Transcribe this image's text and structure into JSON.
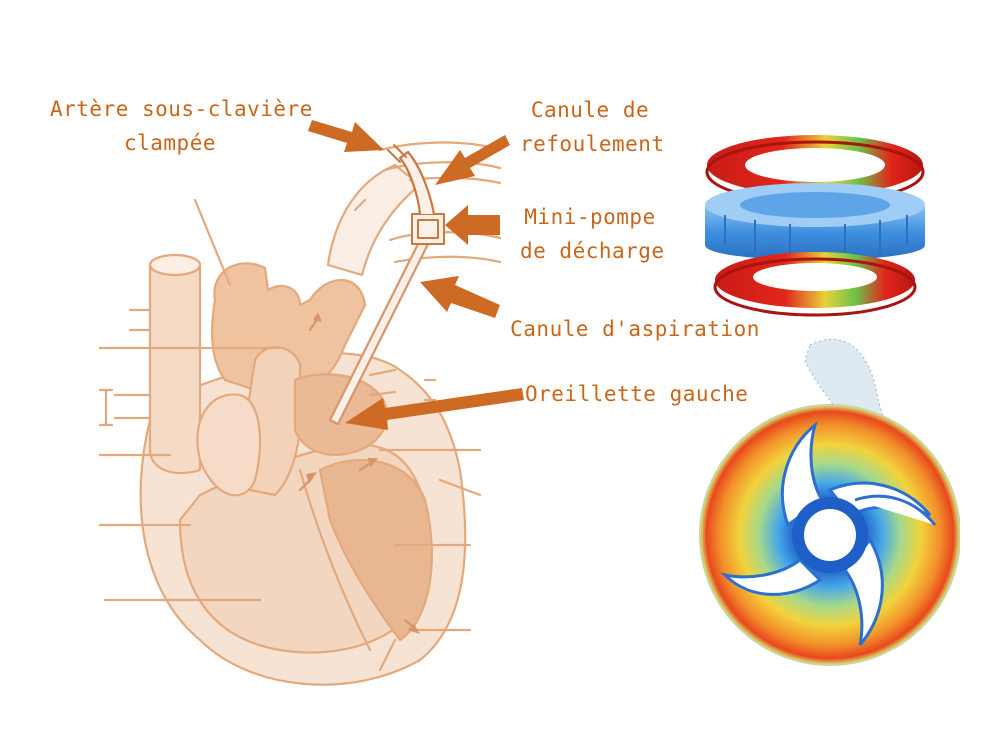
{
  "colors": {
    "label": "#c8661c",
    "arrow": "#cd6a24",
    "heart_stroke": "#e3a97c",
    "heart_fill": "#f1c9aa",
    "heart_fill_dark": "#e6b08a",
    "pump_blue": "#3f8fe0",
    "ring_red": "#e1261c"
  },
  "labels": {
    "artery_line1": "Artère sous-clavière",
    "artery_line2": "clampée",
    "outflow_line1": "Canule de",
    "outflow_line2": "refoulement",
    "pump_line1": "Mini-pompe",
    "pump_line2": "de décharge",
    "inflow": "Canule d'aspiration",
    "atrium": "Oreillette gauche"
  },
  "icons": {
    "heart": "heart-anatomy-illustration",
    "pump_3d": "pump-3d-render",
    "impeller": "impeller-flow-simulation"
  }
}
